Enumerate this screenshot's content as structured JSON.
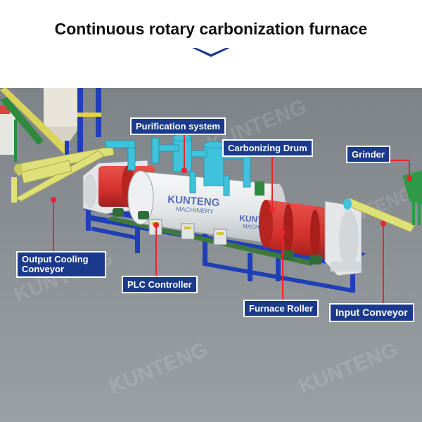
{
  "header": {
    "title": "Continuous rotary carbonization furnace"
  },
  "colors": {
    "background_scene": "#8c9196",
    "label_fill": "#1b3a8c",
    "label_text": "#ffffff",
    "leader_line": "#e8262b",
    "chevron": "#1b3a8c",
    "drum_red": "#d6312f",
    "drum_white": "#eceeef",
    "frame_blue": "#1f3fb5",
    "pipe_cyan": "#3fc3dd",
    "conveyor_yellow": "#dfe07a"
  },
  "watermark": {
    "brand": "KUNTENG",
    "sub": "MACHINERY"
  },
  "labels": {
    "purification": "Purification system",
    "carbonizing": "Carbonizing Drum",
    "grinder": "Grinder",
    "output": "Output Cooling Conveyor",
    "plc": "PLC Controller",
    "roller": "Furnace Roller",
    "input": "Input Conveyor"
  }
}
